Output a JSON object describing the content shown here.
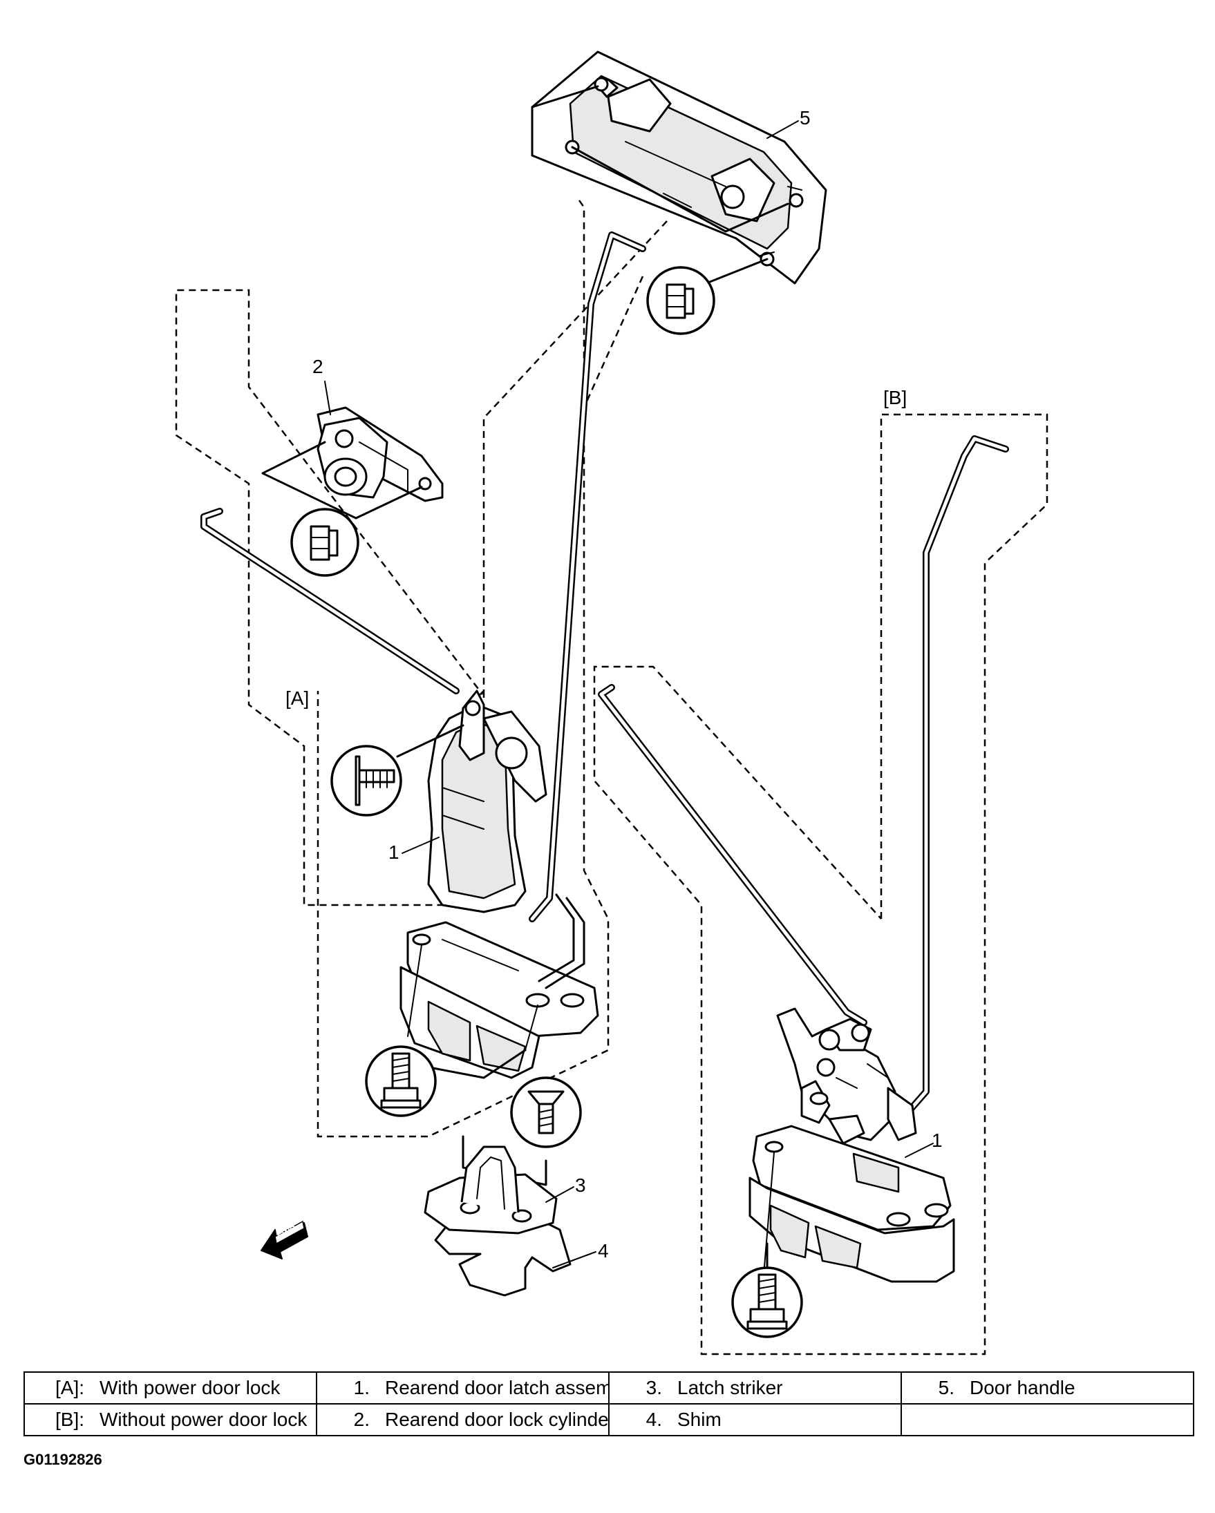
{
  "diagram": {
    "callouts": {
      "c1a": "1",
      "c1b": "1",
      "c2": "2",
      "c3": "3",
      "c4": "4",
      "c5": "5"
    },
    "groups": {
      "a": "[A]",
      "b": "[B]"
    },
    "fwd_label": "FWD"
  },
  "legend": {
    "rows": [
      [
        {
          "key": "[A]:",
          "text": "With power door lock"
        },
        {
          "key": "1.",
          "text": "Rearend door latch assembly"
        },
        {
          "key": "3.",
          "text": "Latch striker"
        },
        {
          "key": "5.",
          "text": "Door handle"
        }
      ],
      [
        {
          "key": "[B]:",
          "text": "Without power door lock"
        },
        {
          "key": "2.",
          "text": "Rearend door lock cylinder"
        },
        {
          "key": "4.",
          "text": "Shim"
        },
        {
          "key": "",
          "text": ""
        }
      ]
    ]
  },
  "figure_id": "G01192826"
}
